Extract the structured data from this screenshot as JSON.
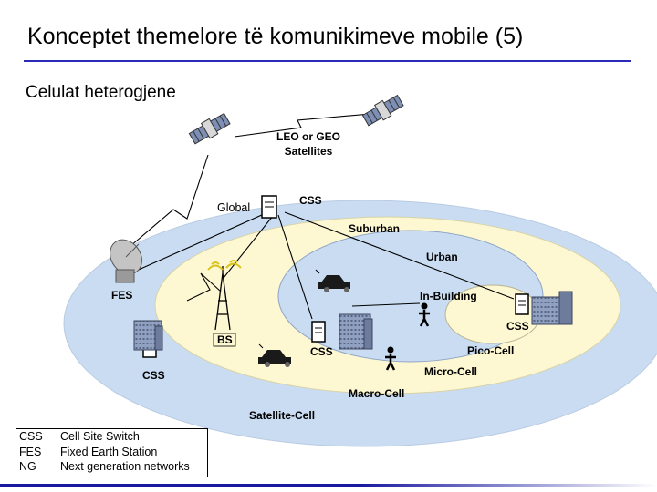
{
  "slide": {
    "title": "Konceptet themelore të komunikimeve mobile (5)",
    "subtitle": "Celulat heterogjene"
  },
  "diagram": {
    "labels": {
      "satellites": [
        "LEO or GEO",
        "Satellites"
      ],
      "global": "Global",
      "css_top": "CSS",
      "suburban": "Suburban",
      "urban": "Urban",
      "fes": "FES",
      "in_building": "In-Building",
      "css_right": "CSS",
      "bs": "BS",
      "css_center": "CSS",
      "pico_cell": "Pico-Cell",
      "css_left": "CSS",
      "micro_cell": "Micro-Cell",
      "macro_cell": "Macro-Cell",
      "satellite_cell": "Satellite-Cell"
    },
    "colors": {
      "outer_zone": "#c9dcf1",
      "suburban_zone": "#fdf8d2",
      "building": "#8fa0c0",
      "legend_border": "#000000"
    }
  },
  "legend": {
    "rows": [
      {
        "abbr": "CSS",
        "desc": "Cell Site Switch"
      },
      {
        "abbr": "FES",
        "desc": "Fixed Earth Station"
      },
      {
        "abbr": "NG",
        "desc": "Next generation networks"
      }
    ]
  }
}
